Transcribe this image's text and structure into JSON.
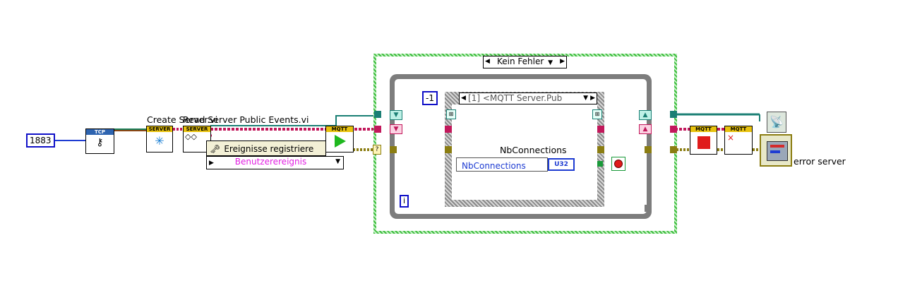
{
  "constants": {
    "port": "1883",
    "timeout": "-1"
  },
  "labels": {
    "create_server": "Create Server.vi",
    "read_events": "Read Server Public Events.vi",
    "nbconnections_label": "NbConnections",
    "error_server": "error server"
  },
  "nodes": {
    "tcp_header": "TCP",
    "server_header_1": "SERVER",
    "server_header_2": "SERVER",
    "mqtt_start_header": "MQTT",
    "mqtt_stop_header": "MQTT",
    "mqtt_close_header": "MQTT",
    "register_events": "Ereignisse registriere",
    "user_event": "Benutzerereignis",
    "unbundle_field": "NbConnections",
    "u32_indicator": "U32"
  },
  "case_structure": {
    "selector": "Kein Fehler"
  },
  "event_structure": {
    "selector": "[1] <MQTT Server.Pub"
  },
  "while_loop": {
    "iteration_terminal": "i"
  },
  "colors": {
    "error_cluster_wire": "#8b7d12",
    "refnum_wire": "#1a7f74",
    "event_wire": "#c2185b",
    "numeric_wire": "#1e3cd2",
    "constant_border": "#1010c8",
    "case_frame": "#3fbf3f",
    "while_frame": "#7d7d7d",
    "user_event_text": "#e21ee2"
  }
}
